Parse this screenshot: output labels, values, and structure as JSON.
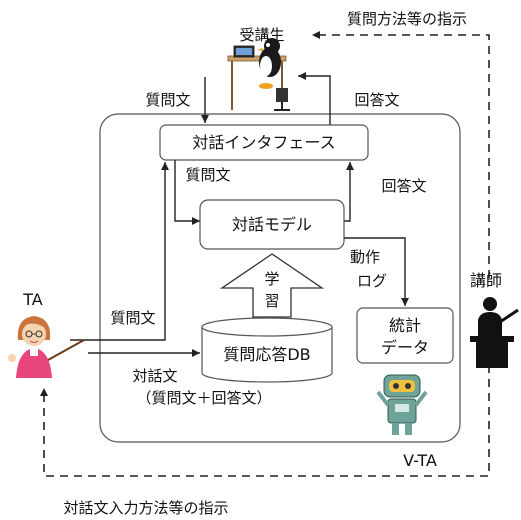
{
  "nodes": {
    "student": "受講生",
    "interface": "対話インタフェース",
    "model": "対話モデル",
    "db": "質問応答DB",
    "stats_line1": "統計",
    "stats_line2": "データ",
    "learn_char1": "学",
    "learn_char2": "習",
    "ta": "TA",
    "instructor": "講師",
    "vta": "V-TA"
  },
  "edges": {
    "instructor_to_student": "質問方法等の指示",
    "instructor_to_ta": "対話文入力方法等の指示",
    "student_question": "質問文",
    "student_answer": "回答文",
    "interface_question": "質問文",
    "model_answer": "回答文",
    "action_log_line1": "動作",
    "action_log_line2": "ログ",
    "ta_question": "質問文",
    "dialogue_line1": "対話文",
    "dialogue_line2": "（質問文＋回答文）"
  },
  "colors": {
    "line": "#222222",
    "box_border": "#555555",
    "ta_shirt": "#e8457a",
    "ta_hair": "#c9743a",
    "robot_body": "#6fa39a",
    "robot_face": "#f0c040",
    "penguin": "#1a1a1a"
  }
}
